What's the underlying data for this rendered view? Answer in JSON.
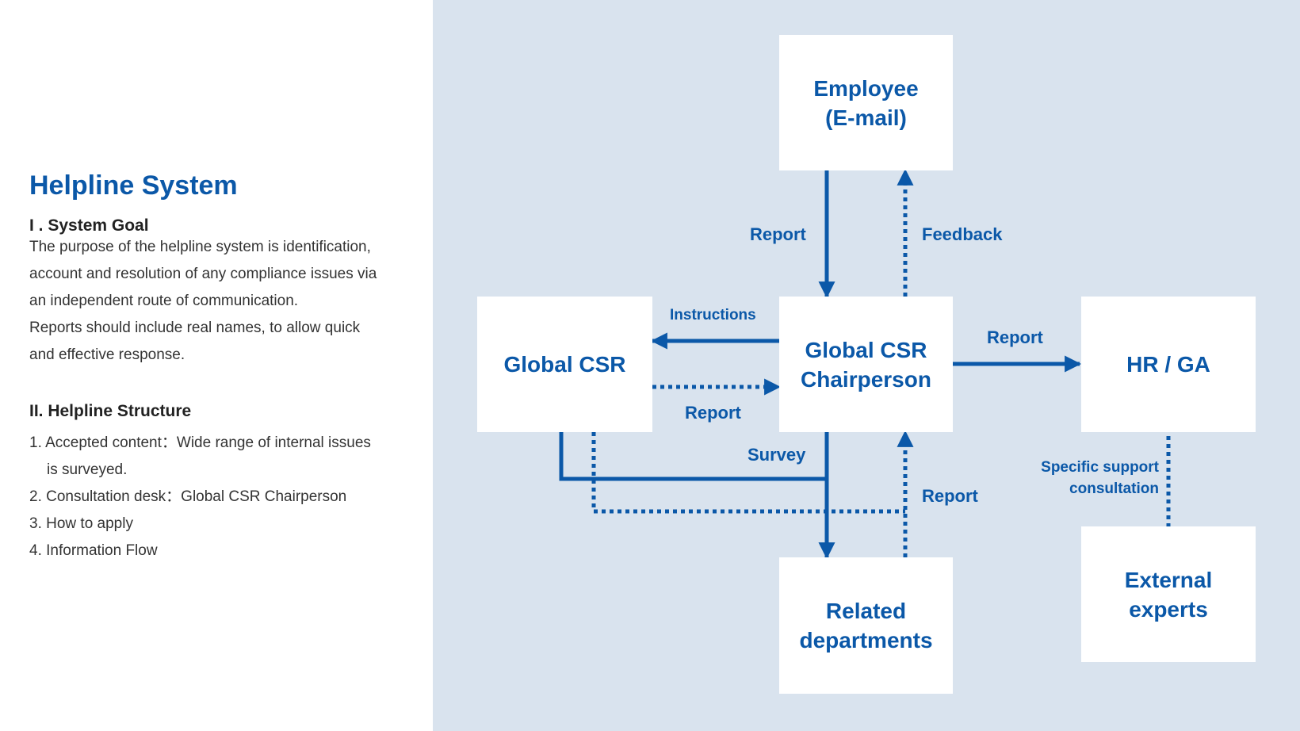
{
  "left": {
    "title": "Helpline System",
    "section1": {
      "heading": "I . System Goal",
      "lines": [
        "The purpose of the helpline system is identification,",
        "account and resolution of any compliance issues via",
        "an independent route of communication.",
        "Reports should include real names, to allow quick",
        "and effective response."
      ]
    },
    "section2": {
      "heading": "II.  Helpline Structure",
      "items": [
        {
          "label": "1. Accepted content：Wide range of internal issues",
          "cont": "is surveyed."
        },
        {
          "label": "2. Consultation desk：Global CSR Chairperson"
        },
        {
          "label": "3. How to apply"
        },
        {
          "label": "4. Information Flow"
        }
      ]
    }
  },
  "diagram": {
    "nodes": {
      "employee": [
        "Employee",
        "(E-mail)"
      ],
      "chair": [
        "Global CSR",
        "Chairperson"
      ],
      "global_csr": [
        "Global CSR"
      ],
      "hrga": [
        "HR / GA"
      ],
      "related": [
        "Related",
        "departments"
      ],
      "external": [
        "External",
        "experts"
      ]
    },
    "labels": {
      "report_top": "Report",
      "feedback": "Feedback",
      "instructions": "Instructions",
      "report_left": "Report",
      "report_right": "Report",
      "survey": "Survey",
      "report_bottom": "Report",
      "specific_1": "Specific support",
      "specific_2": "consultation"
    },
    "colors": {
      "accent": "#0b58a8",
      "panel_bg": "#d9e3ee",
      "box_bg": "#ffffff"
    }
  }
}
